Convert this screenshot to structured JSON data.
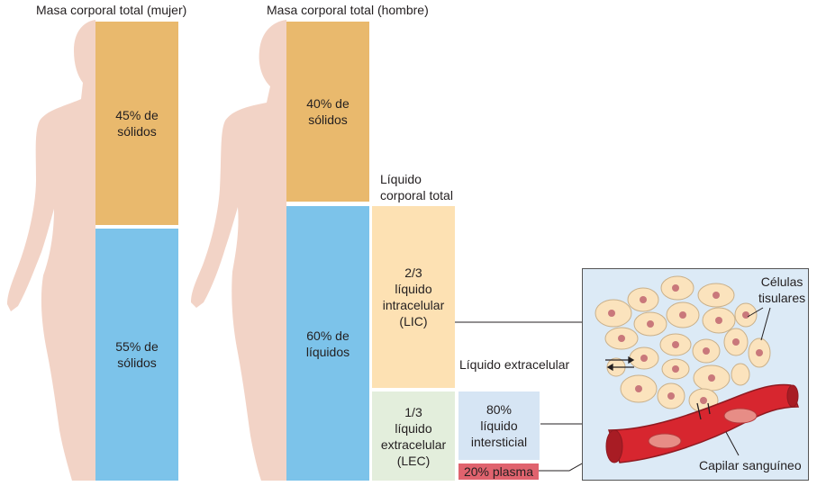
{
  "titles": {
    "female": "Masa corporal total (mujer)",
    "male": "Masa corporal total (hombre)"
  },
  "female": {
    "solids": "45% de\nsólidos",
    "liquids": "55% de\nsólidos"
  },
  "male": {
    "solids": "40% de\nsólidos",
    "liquids": "60% de\nlíquidos"
  },
  "total_body_fluid": "Líquido\ncorporal total",
  "icf": "2/3\nlíquido\nintracelular\n(LIC)",
  "ecf": "1/3\nlíquido\nextracelular\n(LEC)",
  "ecf_label": "Líquido extracelular",
  "interstitial": "80%\nlíquido\nintersticial",
  "plasma": "20% plasma",
  "tissue_cells": "Células\ntisulares",
  "capillary": "Capilar sanguíneo",
  "colors": {
    "solids": "#e9b96d",
    "liquids": "#7cc3ea",
    "icf": "#fde1b3",
    "ecf": "#e3eedc",
    "interstitial": "#d6e5f4",
    "plasma": "#e0636e",
    "body": "#f2d3c6",
    "panel": "#dceaf6"
  }
}
